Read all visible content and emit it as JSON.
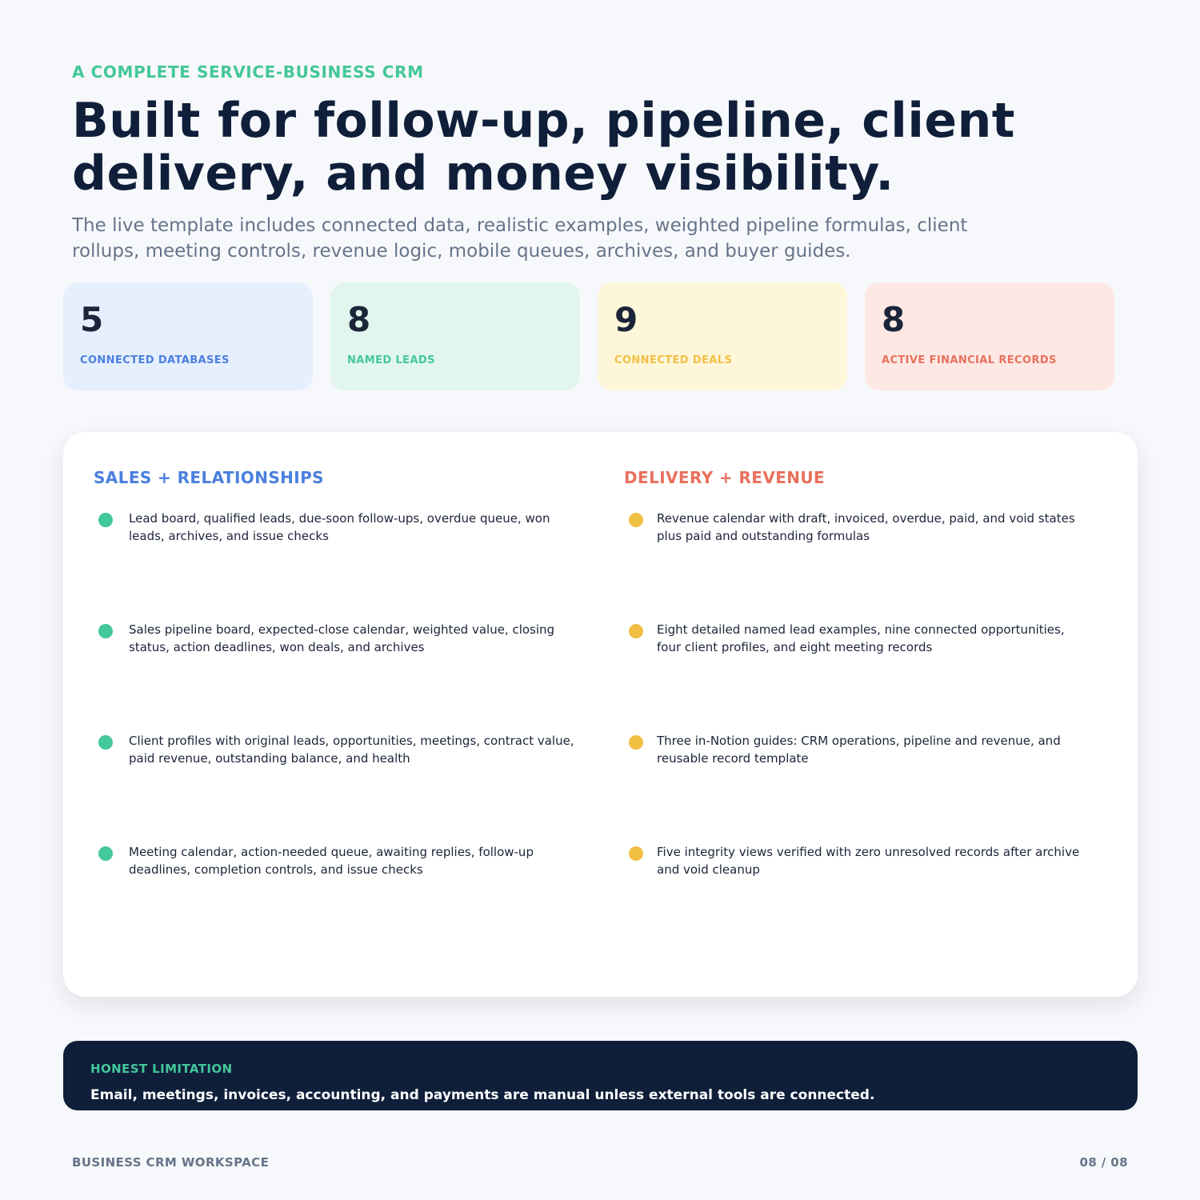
{
  "hero": {
    "eyebrow": "A COMPLETE SERVICE-BUSINESS CRM",
    "title": "Built for follow-up, pipeline, client delivery, and money visibility.",
    "subtitle": "The live template includes connected data, realistic examples, weighted pipeline formulas, client rollups, meeting controls, revenue logic, mobile queues, archives, and buyer guides."
  },
  "stats": [
    {
      "value": "5",
      "label": "CONNECTED DATABASES",
      "bg": "#e6effd",
      "label_color": "#4a7fde"
    },
    {
      "value": "8",
      "label": "NAMED LEADS",
      "bg": "#e0f6ee",
      "label_color": "#44c79a"
    },
    {
      "value": "9",
      "label": "CONNECTED DEALS",
      "bg": "#fdf6d8",
      "label_color": "#f2bf45"
    },
    {
      "value": "8",
      "label": "ACTIVE FINANCIAL RECORDS",
      "bg": "#fde8e4",
      "label_color": "#e8705c"
    }
  ],
  "features": {
    "left": {
      "title": "SALES + RELATIONSHIPS",
      "title_color": "#4a7fde",
      "dot_color": "#44c79a",
      "items": [
        "Lead board, qualified leads, due-soon follow-ups, overdue queue, won leads, archives, and issue checks",
        "Sales pipeline board, expected-close calendar, weighted value, closing status, action deadlines, won deals, and archives",
        "Client profiles with original leads, opportunities, meetings, contract value, paid revenue, outstanding balance, and health",
        "Meeting calendar, action-needed queue, awaiting replies, follow-up deadlines, completion controls, and issue checks"
      ]
    },
    "right": {
      "title": "DELIVERY + REVENUE",
      "title_color": "#e8705c",
      "dot_color": "#f2bf45",
      "items": [
        "Revenue calendar with draft, invoiced, overdue, paid, and void states plus paid and outstanding formulas",
        "Eight detailed named lead examples, nine connected opportunities, four client profiles, and eight meeting records",
        "Three in-Notion guides: CRM operations, pipeline and revenue, and reusable record template",
        "Five integrity views verified with zero unresolved records after archive and void cleanup"
      ]
    }
  },
  "limitation": {
    "title": "HONEST LIMITATION",
    "text": "Email, meetings, invoices, accounting, and payments are manual unless external tools are connected."
  },
  "footer": {
    "left": "BUSINESS CRM WORKSPACE",
    "right": "08 / 08"
  }
}
